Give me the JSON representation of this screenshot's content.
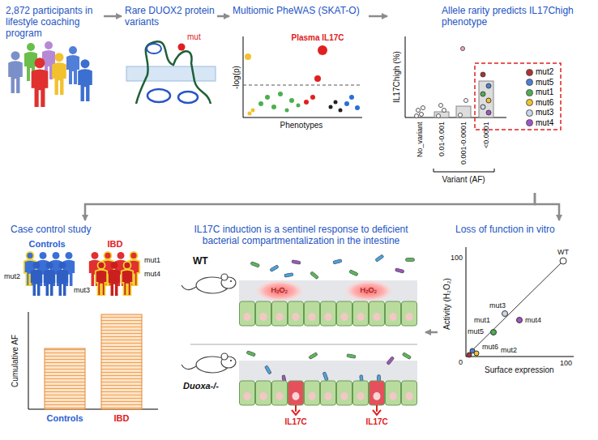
{
  "diagram": {
    "nodes": [
      {
        "text": [
          "2,872 participants in lifestyle coaching program"
        ]
      },
      {
        "text": [
          "Rare DUOX2 protein variants"
        ]
      },
      {
        "text": [
          "Multiomic PheWAS (SKAT-O)"
        ]
      },
      {
        "text": [
          "Allele rarity predicts IL17Chigh phenotype"
        ]
      },
      {
        "text": [
          "Case control study"
        ]
      },
      {
        "text": [
          "IL17C induction is a sentinel response to deficient bacterial compartmentalization in the intestine"
        ]
      },
      {
        "text": [
          "Loss of function in vitro"
        ]
      }
    ],
    "edges": [
      {
        "from": 0,
        "to": 1,
        "arrow": "to"
      },
      {
        "from": 1,
        "to": 2,
        "arrow": "to"
      },
      {
        "from": 2,
        "to": 3,
        "arrow": "to"
      },
      {
        "from": 3,
        "to": 4,
        "arrow": "to"
      },
      {
        "from": 3,
        "to": 6,
        "arrow": "to"
      },
      {
        "from": 6,
        "to": 5,
        "arrow": "to"
      }
    ],
    "labels": [
      "mut",
      "Plasma IL17C",
      "-log(p)",
      "Phenotypes",
      "IL17Chigh (%)",
      "No_variant",
      "0.01-0.001",
      "0.001-0.0001",
      "<0.0001",
      "Variant (AF)",
      "Controls",
      "IBD",
      "mut2",
      "mut1",
      "mut3",
      "mut4",
      "Cumulative AF",
      "Controls",
      "IBD",
      "WT",
      "H₂O₂",
      "H₂O₂",
      "Duoxa-/-",
      "IL17C",
      "IL17C",
      "Activity (H₂O₂)",
      "100",
      "0",
      "100",
      "Surface expression",
      "WT",
      "mut3",
      "mut1",
      "mut4",
      "mut5",
      "mut6",
      "mut2"
    ],
    "legend": [
      {
        "text": "mut2",
        "color": "#b03030"
      },
      {
        "text": "mut5",
        "color": "#4a7fd4"
      },
      {
        "text": "mut1",
        "color": "#4caf50"
      },
      {
        "text": "mut6",
        "color": "#f2c12e"
      },
      {
        "text": "mut3",
        "color": "#c8d8e8"
      },
      {
        "text": "mut4",
        "color": "#a054c8"
      }
    ]
  }
}
